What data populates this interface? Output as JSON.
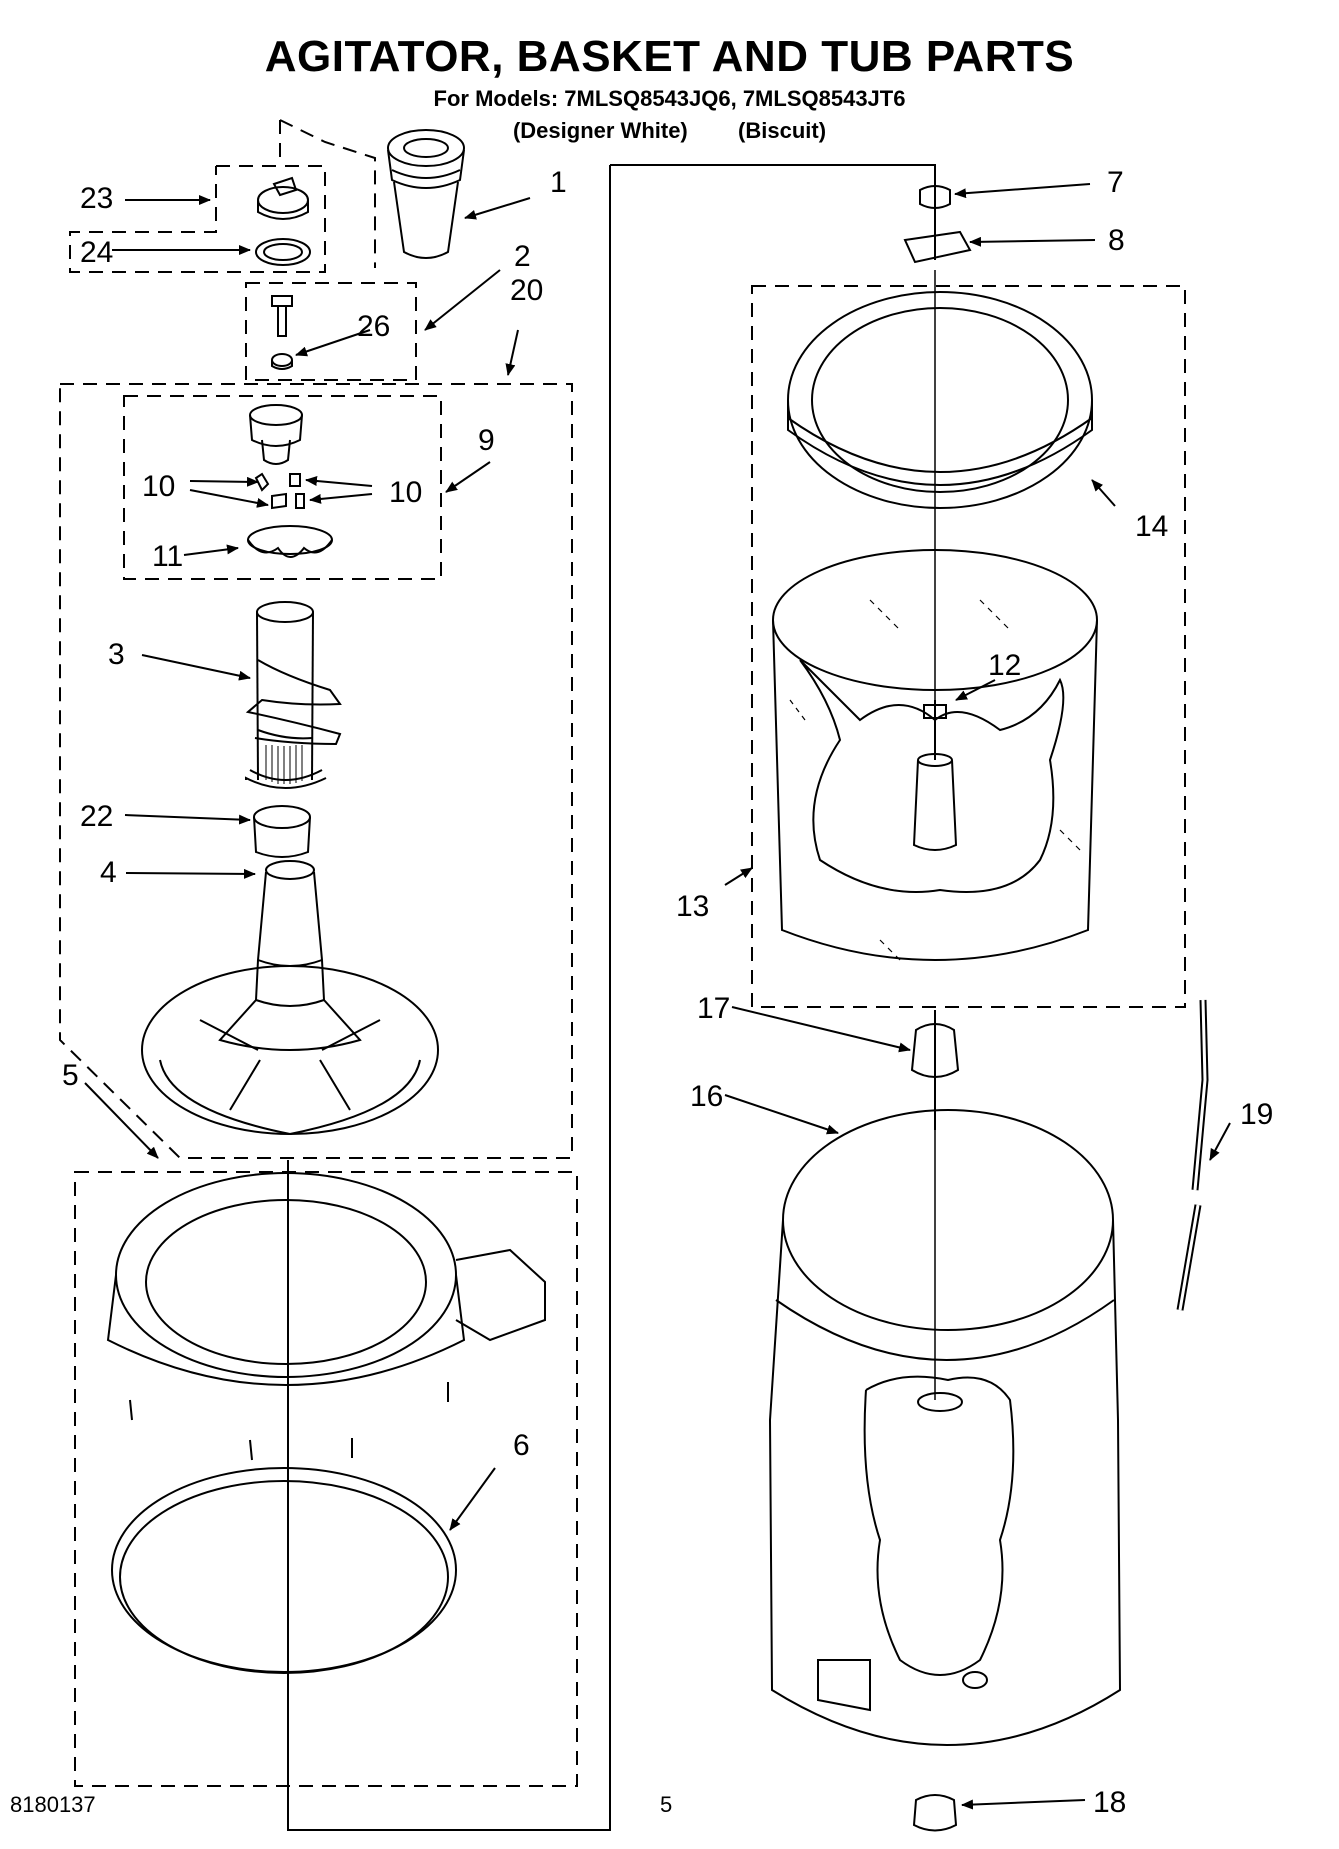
{
  "header": {
    "title": "AGITATOR, BASKET AND TUB PARTS",
    "models_line": "For Models: 7MLSQ8543JQ6, 7MLSQ8543JT6",
    "color_1": "(Designer White)",
    "color_2": "(Biscuit)"
  },
  "callouts": [
    "1",
    "2",
    "3",
    "4",
    "5",
    "6",
    "7",
    "8",
    "9",
    "10",
    "10",
    "11",
    "12",
    "13",
    "14",
    "16",
    "17",
    "18",
    "19",
    "20",
    "22",
    "23",
    "24",
    "26"
  ],
  "footer": {
    "doc_number": "8180137",
    "page_number": "5"
  }
}
